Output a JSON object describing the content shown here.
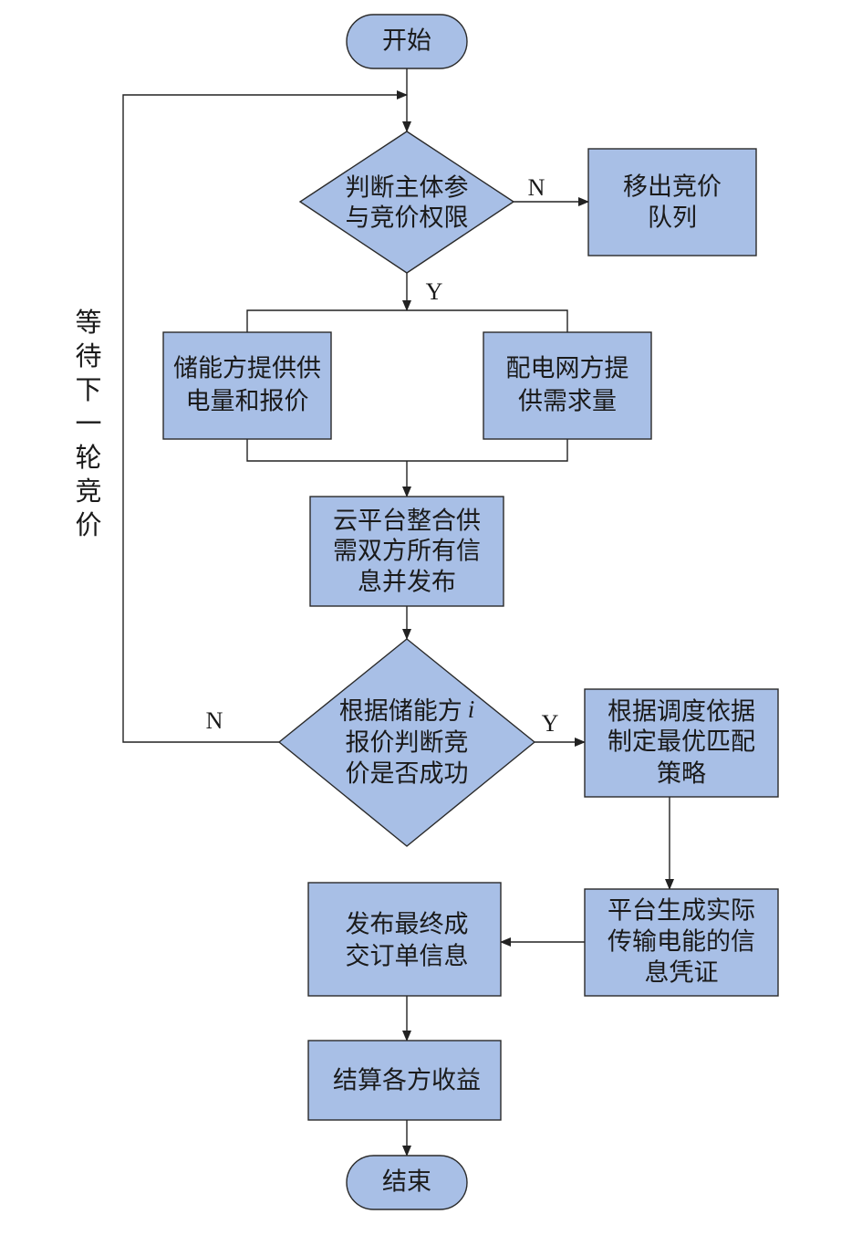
{
  "nodes": {
    "start": {
      "label": "开始"
    },
    "check_permission": {
      "lines": [
        "判断主体参",
        "与竞价权限"
      ]
    },
    "remove_from_queue": {
      "lines": [
        "移出竞价",
        "队列"
      ]
    },
    "storage_offer": {
      "lines": [
        "储能方提供供",
        "电量和报价"
      ]
    },
    "grid_demand": {
      "lines": [
        "配电网方提",
        "供需求量"
      ]
    },
    "cloud_publish": {
      "lines": [
        "云平台整合供",
        "需双方所有信",
        "息并发布"
      ]
    },
    "bid_success": {
      "line1": "根据储能方",
      "line1_var": "i",
      "line2": "报价判断竞",
      "line3": "价是否成功"
    },
    "optimal_strategy": {
      "lines": [
        "根据调度依据",
        "制定最优匹配",
        "策略"
      ]
    },
    "generate_voucher": {
      "lines": [
        "平台生成实际",
        "传输电能的信",
        "息凭证"
      ]
    },
    "publish_order": {
      "lines": [
        "发布最终成",
        "交订单信息"
      ]
    },
    "settle_revenue": {
      "label": "结算各方收益"
    },
    "end": {
      "label": "结束"
    }
  },
  "edge_labels": {
    "permission_no": "N",
    "permission_yes": "Y",
    "bid_no": "N",
    "bid_yes": "Y"
  },
  "loop_label": [
    "等",
    "待",
    "下",
    "一",
    "轮",
    "竞",
    "价"
  ],
  "colors": {
    "box_fill": "#a8bfe6",
    "line": "#222222"
  }
}
